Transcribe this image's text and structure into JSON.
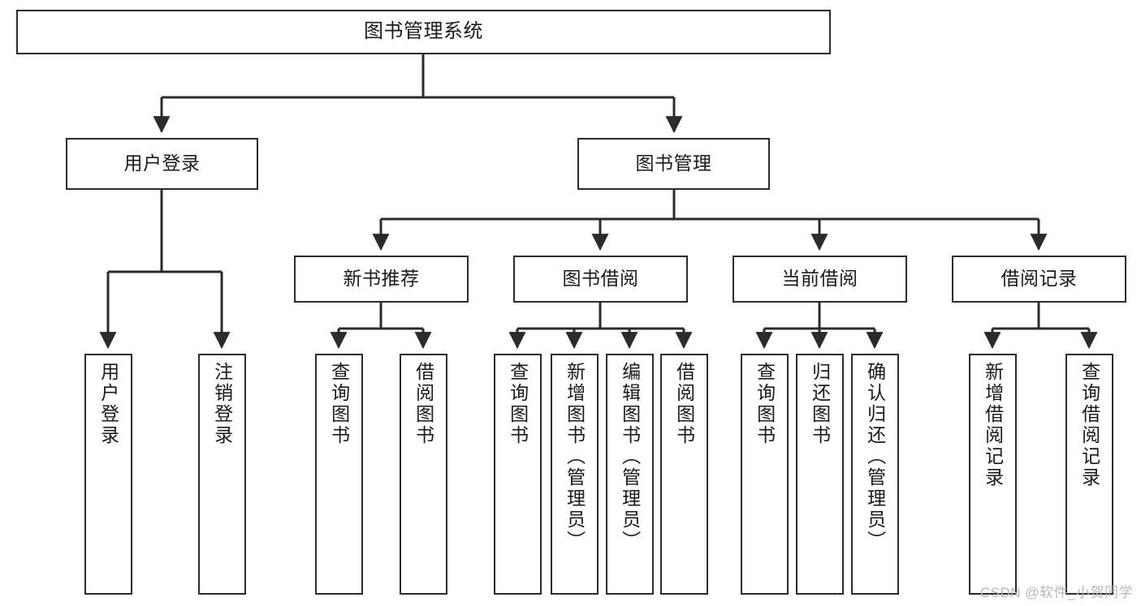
{
  "diagram": {
    "title": "图书管理系统",
    "watermark": "CSDN @软件_小贺同学",
    "colors": {
      "background": "#ffffff",
      "box_border": "#2b2b2b",
      "box_fill": "#ffffff",
      "connector": "#2b2b2b",
      "text": "#1a1a1a",
      "watermark": "#b8b8b8"
    },
    "root": {
      "label": "图书管理系统"
    },
    "level2": [
      {
        "label": "用户登录"
      },
      {
        "label": "图书管理"
      }
    ],
    "level3": [
      {
        "label": "新书推荐"
      },
      {
        "label": "图书借阅"
      },
      {
        "label": "当前借阅"
      },
      {
        "label": "借阅记录"
      }
    ],
    "leaves": {
      "user_login": [
        {
          "label": "用户登录"
        },
        {
          "label": "注销登录"
        }
      ],
      "new_book_recommend": [
        {
          "label": "查询图书"
        },
        {
          "label": "借阅图书"
        }
      ],
      "book_borrow": [
        {
          "label": "查询图书"
        },
        {
          "label": "新增图书（管理员）"
        },
        {
          "label": "编辑图书（管理员）"
        },
        {
          "label": "借阅图书"
        }
      ],
      "current_borrow": [
        {
          "label": "查询图书"
        },
        {
          "label": "归还图书"
        },
        {
          "label": "确认归还（管理员）"
        }
      ],
      "borrow_record": [
        {
          "label": "新增借阅记录"
        },
        {
          "label": "查询借阅记录"
        }
      ]
    }
  }
}
